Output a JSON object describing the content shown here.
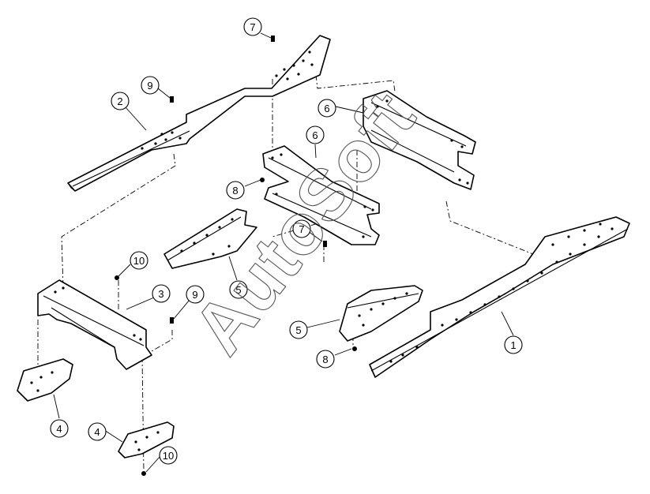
{
  "watermark": "AutoSoft",
  "callouts": [
    {
      "id": "c1",
      "label": "1"
    },
    {
      "id": "c2",
      "label": "2"
    },
    {
      "id": "c3",
      "label": "3"
    },
    {
      "id": "c4a",
      "label": "4"
    },
    {
      "id": "c4b",
      "label": "4"
    },
    {
      "id": "c5a",
      "label": "5"
    },
    {
      "id": "c5b",
      "label": "5"
    },
    {
      "id": "c6a",
      "label": "6"
    },
    {
      "id": "c6b",
      "label": "6"
    },
    {
      "id": "c7a",
      "label": "7"
    },
    {
      "id": "c7b",
      "label": "7"
    },
    {
      "id": "c8a",
      "label": "8"
    },
    {
      "id": "c8b",
      "label": "8"
    },
    {
      "id": "c9a",
      "label": "9"
    },
    {
      "id": "c9b",
      "label": "9"
    },
    {
      "id": "c10a",
      "label": "10"
    },
    {
      "id": "c10b",
      "label": "10"
    }
  ]
}
